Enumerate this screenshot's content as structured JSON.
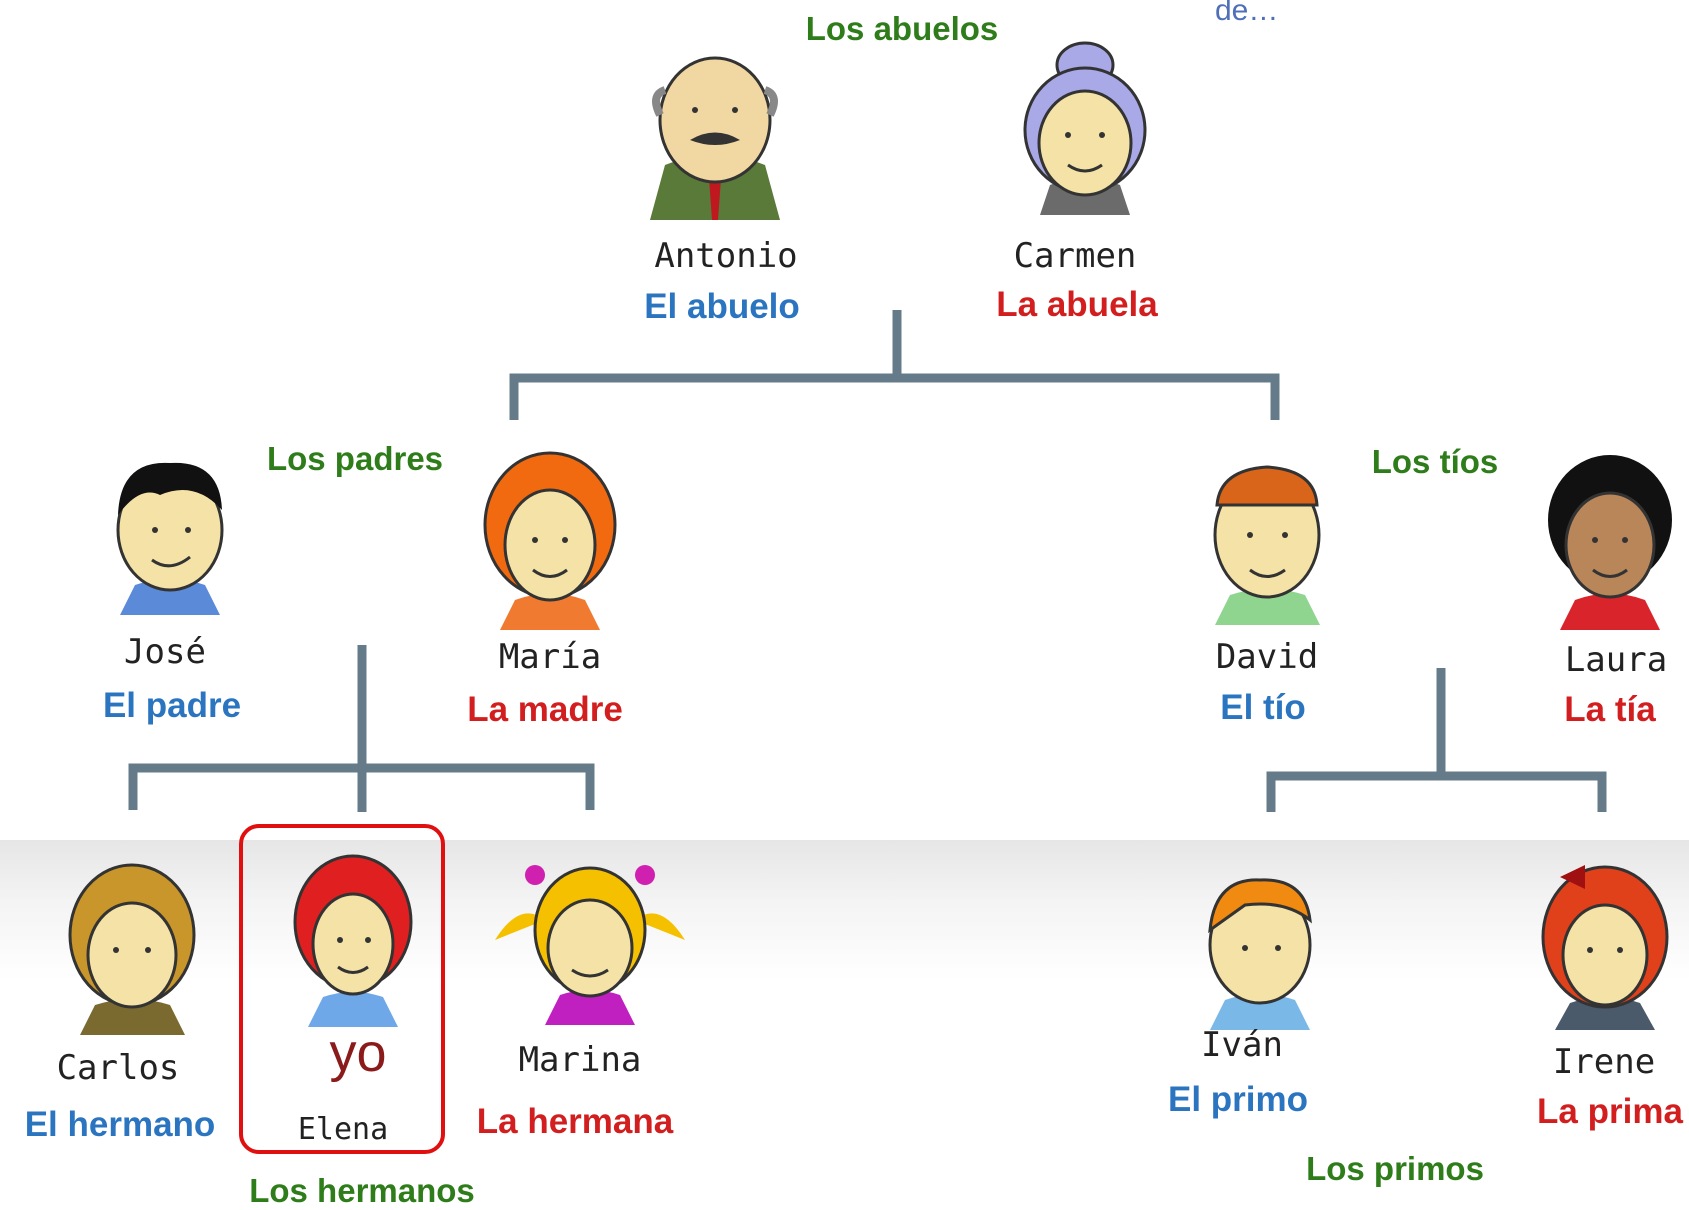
{
  "corner_text": "de…",
  "groups": {
    "grandparents": "Los abuelos",
    "parents": "Los padres",
    "aunt_uncle": "Los tíos",
    "siblings": "Los hermanos",
    "cousins": "Los primos"
  },
  "me": {
    "label": "yo",
    "name": "Elena"
  },
  "people": [
    {
      "name": "Antonio",
      "role": "El abuelo",
      "gender": "m"
    },
    {
      "name": "Carmen",
      "role": "La abuela",
      "gender": "f"
    },
    {
      "name": "José",
      "role": "El  padre",
      "gender": "m"
    },
    {
      "name": "María",
      "role": "La madre",
      "gender": "f"
    },
    {
      "name": "David",
      "role": "El tío",
      "gender": "m"
    },
    {
      "name": "Laura",
      "role": "La tía",
      "gender": "f"
    },
    {
      "name": "Carlos",
      "role": "El hermano",
      "gender": "m"
    },
    {
      "name": "Marina",
      "role": "La hermana",
      "gender": "f"
    },
    {
      "name": "Iván",
      "role": "El primo",
      "gender": "m"
    },
    {
      "name": "Irene",
      "role": "La prima",
      "gender": "f"
    }
  ],
  "colors": {
    "group_label": "#2e7d1a",
    "male_role": "#2a74c0",
    "female_role": "#d21e1e",
    "connector": "#667b8a",
    "highlight_box": "#e01010"
  }
}
